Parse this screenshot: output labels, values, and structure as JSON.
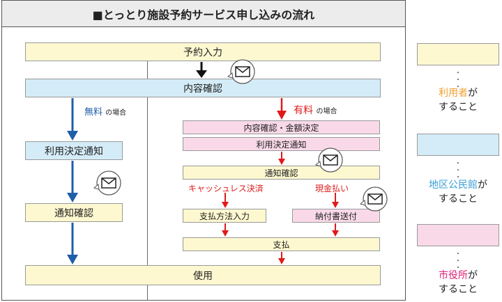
{
  "title": "■とっとり施設予約サービス申し込みの流れ",
  "flow": {
    "reservation_input": "予約入力",
    "content_confirm": "内容確認",
    "free_label": "無料",
    "free_suffix": "の場合",
    "paid_label": "有料",
    "paid_suffix": "の場合",
    "free_notice": "利用決定通知",
    "free_confirm": "通知確認",
    "paid_confirm_amount": "内容確認・金額決定",
    "paid_notice": "利用決定通知",
    "paid_confirm": "通知確認",
    "cashless": "キャッシュレス決済",
    "cash": "現金払い",
    "pay_method": "支払方法入力",
    "send_slip": "納付書送付",
    "payment": "支払",
    "use": "使用"
  },
  "legend": [
    {
      "who": "利用者",
      "suffix": "が",
      "line2": "すること",
      "color": "#f0a030"
    },
    {
      "who": "地区公民館",
      "suffix": "が",
      "line2": "すること",
      "color": "#3aa0d8"
    },
    {
      "who": "市役所",
      "suffix": "が",
      "line2": "すること",
      "color": "#e0207a"
    }
  ],
  "colors": {
    "blue_arrow": "#1f5ea8",
    "red_arrow": "#e01a1a",
    "paid_text": "#e01a1a",
    "free_text": "#1f5ea8"
  }
}
